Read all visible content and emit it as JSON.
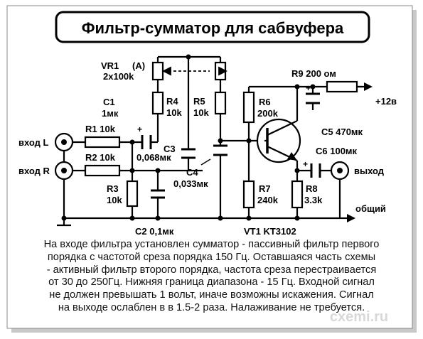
{
  "title": "Фильтр-сумматор для сабвуфера",
  "labels": {
    "vr1": "VR1",
    "vr1_a": "(A)",
    "vr1_val": "2x100k",
    "c1": "C1",
    "c1_val": "1мк",
    "r4": "R4",
    "r4_val": "10k",
    "r5": "R5",
    "r5_val": "10k",
    "r6": "R6",
    "r6_val": "200k",
    "r9": "R9 200 ом",
    "plus12": "+12в",
    "c5": "C5 470мк",
    "in_l": "вход L",
    "in_r": "вход R",
    "r1": "R1 10k",
    "r2": "R2 10k",
    "c3": "C3",
    "c3_val": "0,068мк",
    "c4": "C4",
    "c4_val": "0,033мк",
    "c6": "C6 100мк",
    "out": "выход",
    "r3": "R3",
    "r3_val": "10k",
    "r7": "R7",
    "r7_val": "240k",
    "r8": "R8",
    "r8_val": "3.3k",
    "common": "общий",
    "c2": "C2 0,1мк",
    "vt1": "VT1 KT3102",
    "plus": "+"
  },
  "description": [
    "На входе фильтра установлен сумматор - пассивный фильтр первого",
    "порядка с частотой среза порядка 150 Гц. Оставшаяся часть схемы",
    "- активный фильтр второго порядка, частота среза перестраивается",
    "от 30 до 250Гц. Нижняя граница диапазона - 15 Гц.  Входной сигнал",
    "не должен превышать 1 вольт, иначе возможны искажения. Сигнал",
    "на выходе ослаблен в в 1.5-2 раза. Налаживание не требуется."
  ],
  "watermark": "cxemi.ru"
}
